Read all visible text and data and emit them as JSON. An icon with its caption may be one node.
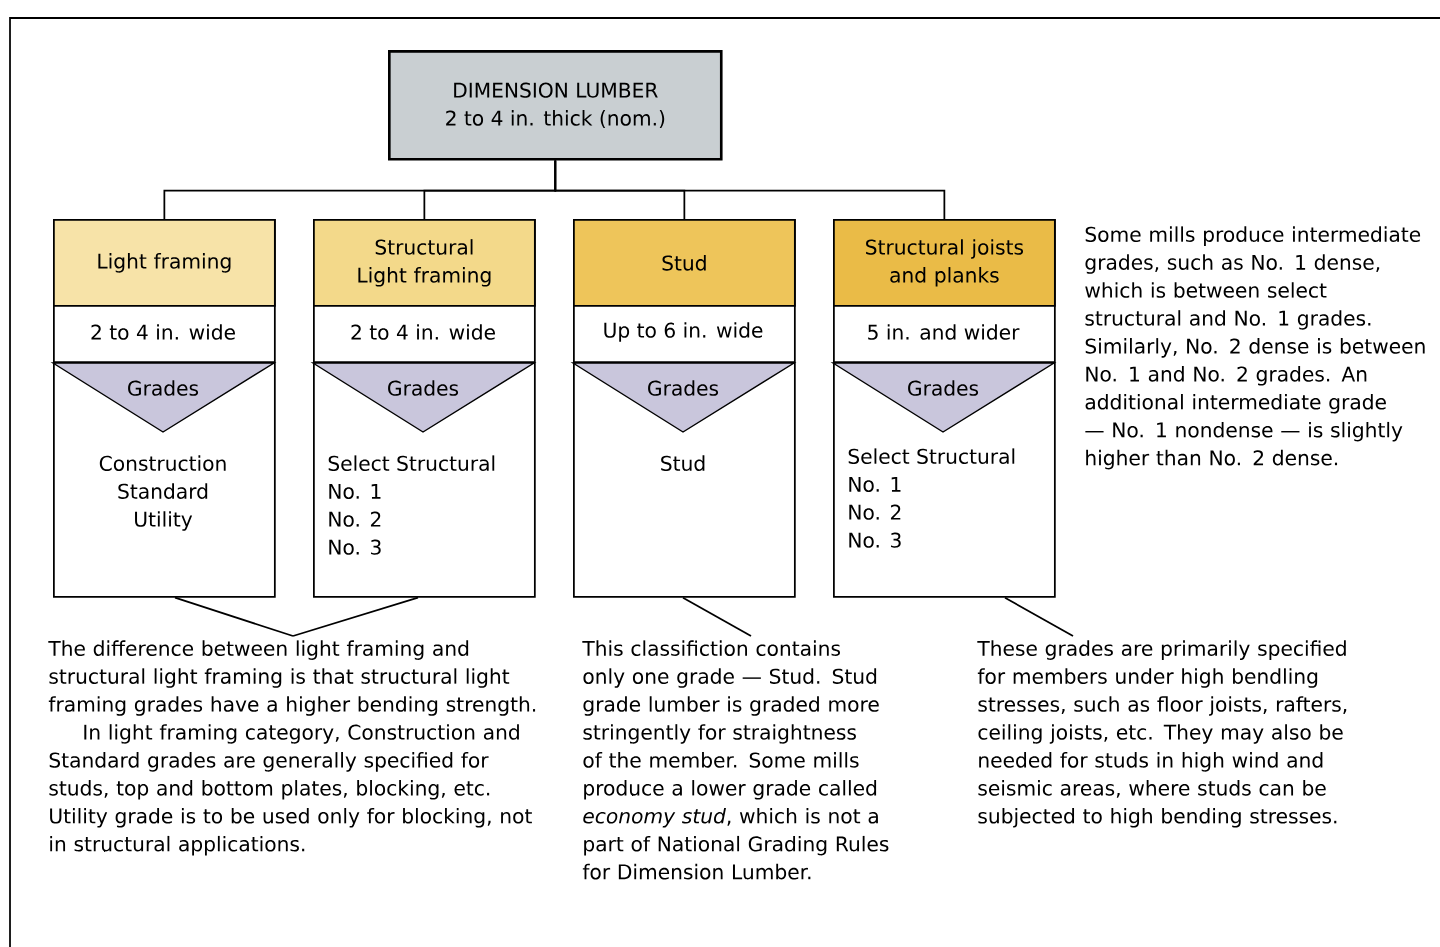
{
  "diagram": {
    "nodes": [
      {
        "text": [
          "DIMENSION LUMBER",
          "2 to 4 in. thick (nom.)"
        ]
      },
      {
        "text": [
          "Light framing",
          "2 to 4 in. wide",
          "Grades",
          "Construction",
          "Standard",
          "Utility"
        ]
      },
      {
        "text": [
          "Structural Light framing",
          "2 to 4 in. wide",
          "Grades",
          "Select Structural",
          "No. 1",
          "No. 2",
          "No. 3"
        ]
      },
      {
        "text": [
          "Stud",
          "Up to 6 in. wide",
          "Grades",
          "Stud"
        ]
      },
      {
        "text": [
          "Structural joists and planks",
          "5 in. and wider",
          "Grades",
          "Select Structural",
          "No. 1",
          "No. 2",
          "No. 3"
        ]
      },
      {
        "text": [
          "The difference between light framing and structural light framing is that structural light framing grades have a higher bending strength.",
          "In light framing category, Construction and Standard grades are generally specified for studs, top and bottom plates, blocking, etc. Utility grade is to be used only for blocking, not in structural applications."
        ]
      },
      {
        "text": [
          "This classifiction contains only one grade — Stud. Stud grade lumber is graded more stringently for straightness of the member. Some mills produce a lower grade called *economy stud*, which is not a part of National Grading Rules for Dimension Lumber."
        ]
      },
      {
        "text": [
          "These grades are primarily specified for members under high bendling stresses, such as floor joists, rafters, ceiling joists, etc. They may also be needed for studs in high wind and seismic areas, where studs can be subjected to high bending stresses."
        ]
      }
    ],
    "edges": [
      {
        "from": 0,
        "to": 1,
        "arrow": "none"
      },
      {
        "from": 0,
        "to": 2,
        "arrow": "none"
      },
      {
        "from": 0,
        "to": 3,
        "arrow": "none"
      },
      {
        "from": 0,
        "to": 4,
        "arrow": "none"
      },
      {
        "from": 5,
        "to": 1,
        "arrow": "none"
      },
      {
        "from": 5,
        "to": 2,
        "arrow": "none"
      },
      {
        "from": 6,
        "to": 3,
        "arrow": "none"
      },
      {
        "from": 7,
        "to": 4,
        "arrow": "none"
      }
    ],
    "labels": [
      "Some mills produce intermediate grades, such as No. 1 dense, which is between select structural and No. 1 grades. Similarly, No. 2 dense is between No. 1 and No. 2 grades. An additional intermediate grade — No. 1 nondense — is slightly higher than No. 2 dense."
    ]
  }
}
